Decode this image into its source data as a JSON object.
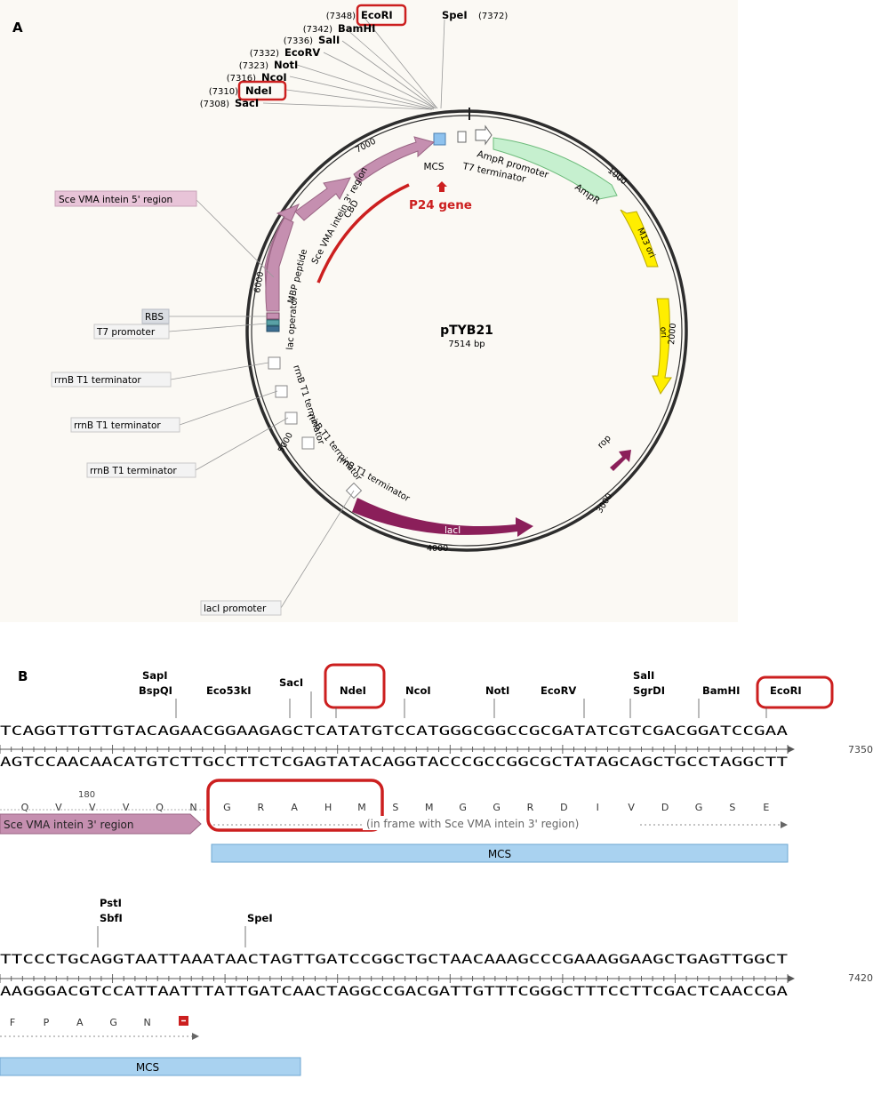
{
  "panel_a": {
    "letter": "A",
    "plasmid_name": "pTYB21",
    "plasmid_size": "7514 bp",
    "sites": [
      {
        "pos": "(7348)",
        "name": "EcoRI"
      },
      {
        "pos": "(7342)",
        "name": "BamHI"
      },
      {
        "pos": "(7336)",
        "name": "SalI"
      },
      {
        "pos": "(7332)",
        "name": "EcoRV"
      },
      {
        "pos": "(7323)",
        "name": "NotI"
      },
      {
        "pos": "(7316)",
        "name": "NcoI"
      },
      {
        "pos": "(7310)",
        "name": "NdeI"
      },
      {
        "pos": "(7308)",
        "name": "SacI"
      }
    ],
    "spe_name": "SpeI",
    "spe_pos": "(7372)",
    "features": {
      "mcs": "MCS",
      "t7_terminator": "T7 terminator",
      "ampr_promoter": "AmpR promoter",
      "ampr": "AmpR",
      "m13_ori": "M13 ori",
      "ori": "ori",
      "rop": "rop",
      "laci": "lacI",
      "rrnb_inner_1": "rrnB T1 terminator",
      "rrnb_inner_2": "rrnB T1 terminator",
      "rrnb_inner_3": "rrnB T1 terminator",
      "lac_operator": "lac operator",
      "mbp_peptide": "MBP peptide",
      "cbd": "CBD",
      "sce_3prime": "Sce VMA intein 3' region"
    },
    "callouts": {
      "sce_5prime": "Sce VMA intein 5' region",
      "rbs": "RBS",
      "t7_promoter": "T7 promoter",
      "rrnb_1": "rrnB T1 terminator",
      "rrnb_2": "rrnB T1 terminator",
      "rrnb_3": "rrnB T1 terminator",
      "laci_promoter": "lacI promoter"
    },
    "ticks": [
      "1000",
      "2000",
      "3000",
      "4000",
      "5000",
      "6000",
      "7000"
    ],
    "p24_label": "P24 gene",
    "colors": {
      "highlight": "#cc1f1f",
      "intein": "#c58fb0",
      "ampr": "#c6f0cf",
      "ori": "#ffee00",
      "laci": "#8b1f5a",
      "mcs": "#8ec2ee"
    }
  },
  "panel_b": {
    "letter": "B",
    "row1": {
      "enzymes": {
        "sapi": "SapI",
        "bspqi": "BspQI",
        "eco53ki": "Eco53kI",
        "saci": "SacI",
        "ndei": "NdeI",
        "ncoi": "NcoI",
        "noti": "NotI",
        "ecorv": "EcoRV",
        "sali": "SalI",
        "sgrdi": "SgrDI",
        "bamhi": "BamHI",
        "ecori": "EcoRI"
      },
      "top": "TCAGGTTGTTGTACAGAACGGAAGAGCTCATATGTCCATGGGCGGCCGCGATATCGTCGACGGATCCGAA",
      "bottom": "AGTCCAACAACATGTCTTGCCTTCTCGAGTATACAGGTACCCGCCGGCGCTATAGCAGCTGCCTAGGCTT",
      "position": "7350",
      "aa_num": "180",
      "amino_acids": [
        "Q",
        "V",
        "V",
        "V",
        "Q",
        "N",
        "G",
        "R",
        "A",
        "H",
        "M",
        "S",
        "M",
        "G",
        "G",
        "R",
        "D",
        "I",
        "V",
        "D",
        "G",
        "S",
        "E"
      ],
      "sce_label": "Sce VMA intein 3' region",
      "frame_note": "(in frame with Sce VMA intein 3' region)",
      "mcs_label": "MCS"
    },
    "row2": {
      "enzymes": {
        "psti": "PstI",
        "sbfi": "SbfI",
        "spei": "SpeI"
      },
      "top": "TTCCCTGCAGGTAATTAAATAACTAGTTGATCCGGCTGCTAACAAAGCCCGAAAGGAAGCTGAGTTGGCT",
      "bottom": "AAGGGACGTCCATTAATTTATTGATCAACTAGGCCGACGATTGTTTCGGGCTTTCCTTCGACTCAACCGA",
      "position": "7420",
      "amino_acids": [
        "F",
        "P",
        "A",
        "G",
        "N"
      ],
      "mcs_label": "MCS"
    }
  }
}
